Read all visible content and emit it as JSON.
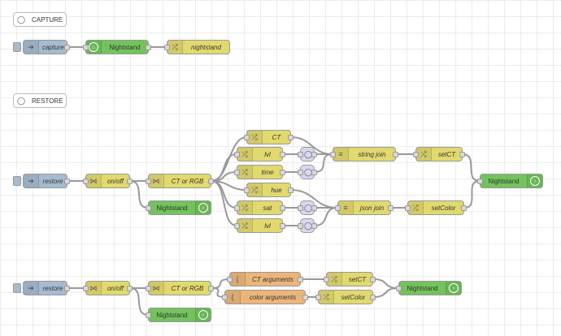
{
  "comments": {
    "capture": "CAPTURE",
    "restore": "RESTORE"
  },
  "capture_flow": {
    "inject": "capture",
    "ha_get": "Nightstand",
    "change": "nightstand"
  },
  "restore_flow": {
    "inject": "restore",
    "onoff": "on/off",
    "ct_or_rgb": "CT or RGB",
    "ha_call": "Nightstand",
    "ct": "CT",
    "lvl_a": "lvl",
    "time": "time",
    "hue": "hue",
    "sat": "sat",
    "lvl_b": "lvl",
    "string_join": "string join",
    "json_join": "json join",
    "set_ct": "setCT",
    "set_color": "setColor",
    "ha_out": "Nightstand"
  },
  "restore_flow_2": {
    "inject": "restore",
    "onoff": "on/off",
    "ct_or_rgb": "CT or RGB",
    "ha_call": "Nightstand",
    "ct_args": "CT arguments",
    "color_args": "color arguments",
    "set_ct": "setCT",
    "set_color": "setColor",
    "ha_out": "Nightstand"
  },
  "icons": {
    "comment": "speech-bubble-icon",
    "inject": "arrow-right-icon",
    "change": "shuffle-icon",
    "switch": "fork-icon",
    "home_assistant": "home-assistant-icon",
    "join": "join-icon",
    "rbe": "filter-icon",
    "template": "brace-icon"
  },
  "colors": {
    "change": "#e2d96e",
    "inject": "#a6bbcf",
    "home_assistant": "#73c35c",
    "template": "#ebb57a",
    "rbe": "#d7d7f0",
    "wire": "#999999"
  }
}
